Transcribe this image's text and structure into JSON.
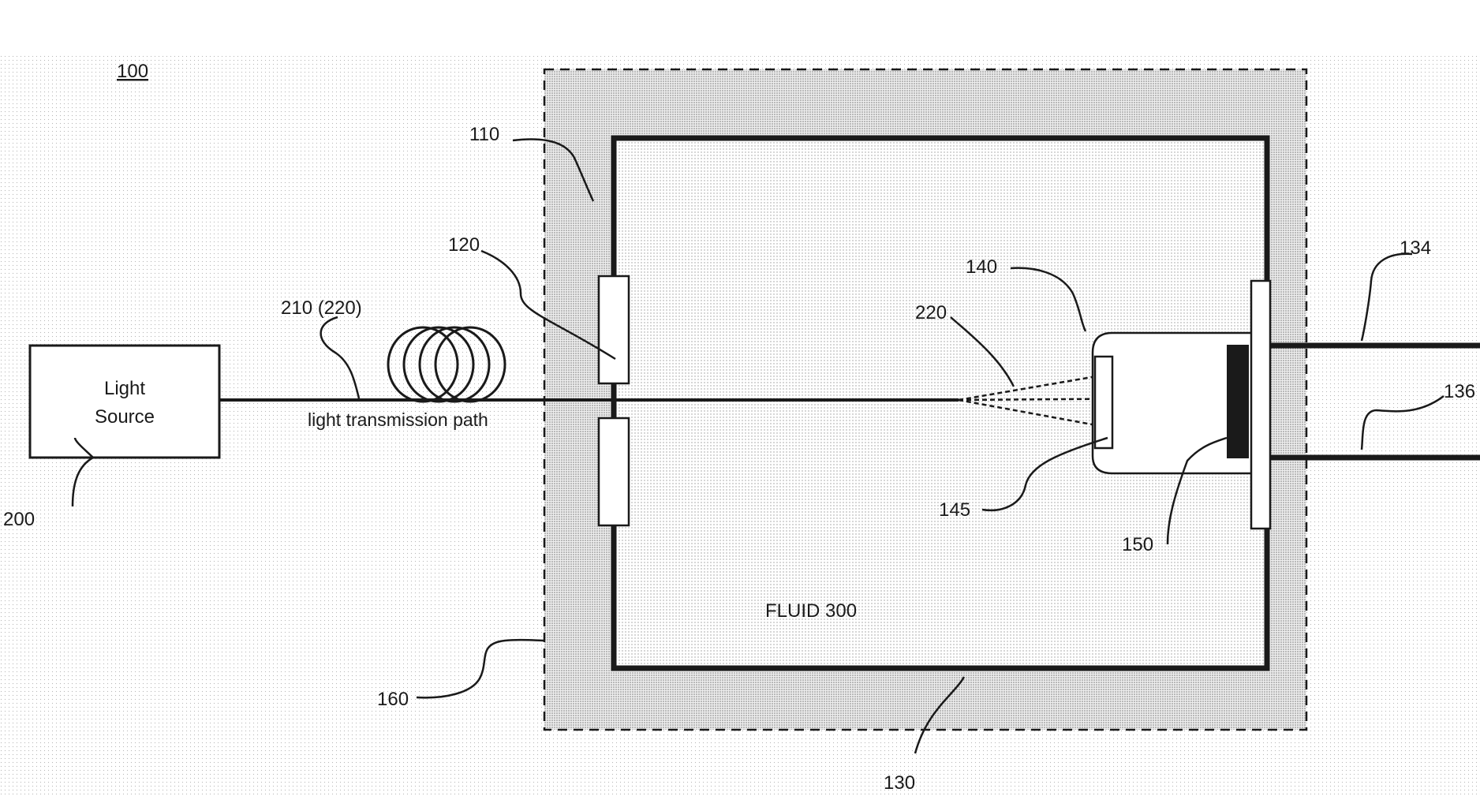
{
  "figure": {
    "figure_ref": "100",
    "light_source_line1": "Light",
    "light_source_line2": "Source",
    "fluid_label": "FLUID 300",
    "path_label": "light transmission path",
    "refs": {
      "r110": "110",
      "r120": "120",
      "r130": "130",
      "r134": "134",
      "r136": "136",
      "r140": "140",
      "r145": "145",
      "r150": "150",
      "r160": "160",
      "r200": "200",
      "r210": "210 (220)",
      "r220": "220"
    }
  }
}
